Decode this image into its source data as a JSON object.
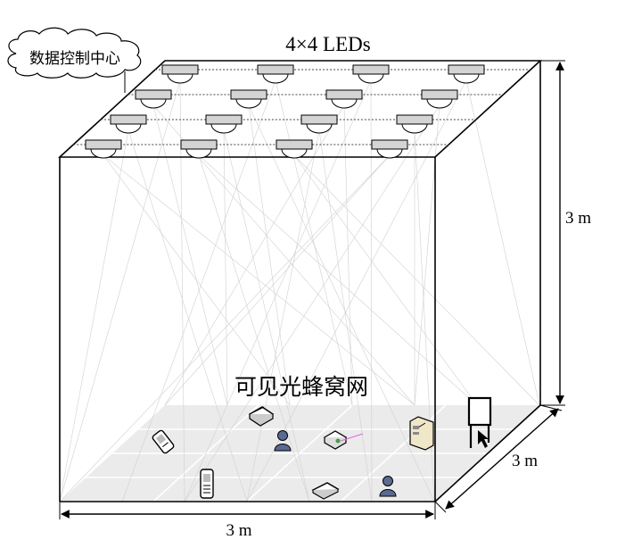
{
  "title": "4×4 LEDs",
  "cloud_label": "数据控制中心",
  "network_label": "可见光蜂窝网",
  "dimensions": {
    "height": "3 m",
    "depth": "3 m",
    "width": "3 m"
  },
  "led_grid": {
    "rows": 4,
    "cols": 4
  },
  "devices": [
    "phone-icon",
    "scanner-icon",
    "user-icon",
    "projector-icon",
    "pc-tower-icon",
    "presentation-board-icon",
    "mobile-phone-icon",
    "tablet-icon",
    "user-icon"
  ],
  "colors": {
    "floor": "#e9e9e9",
    "lamp": "#d4d4d4",
    "beam": "#cfcfcf",
    "laser": "#e066e0"
  }
}
